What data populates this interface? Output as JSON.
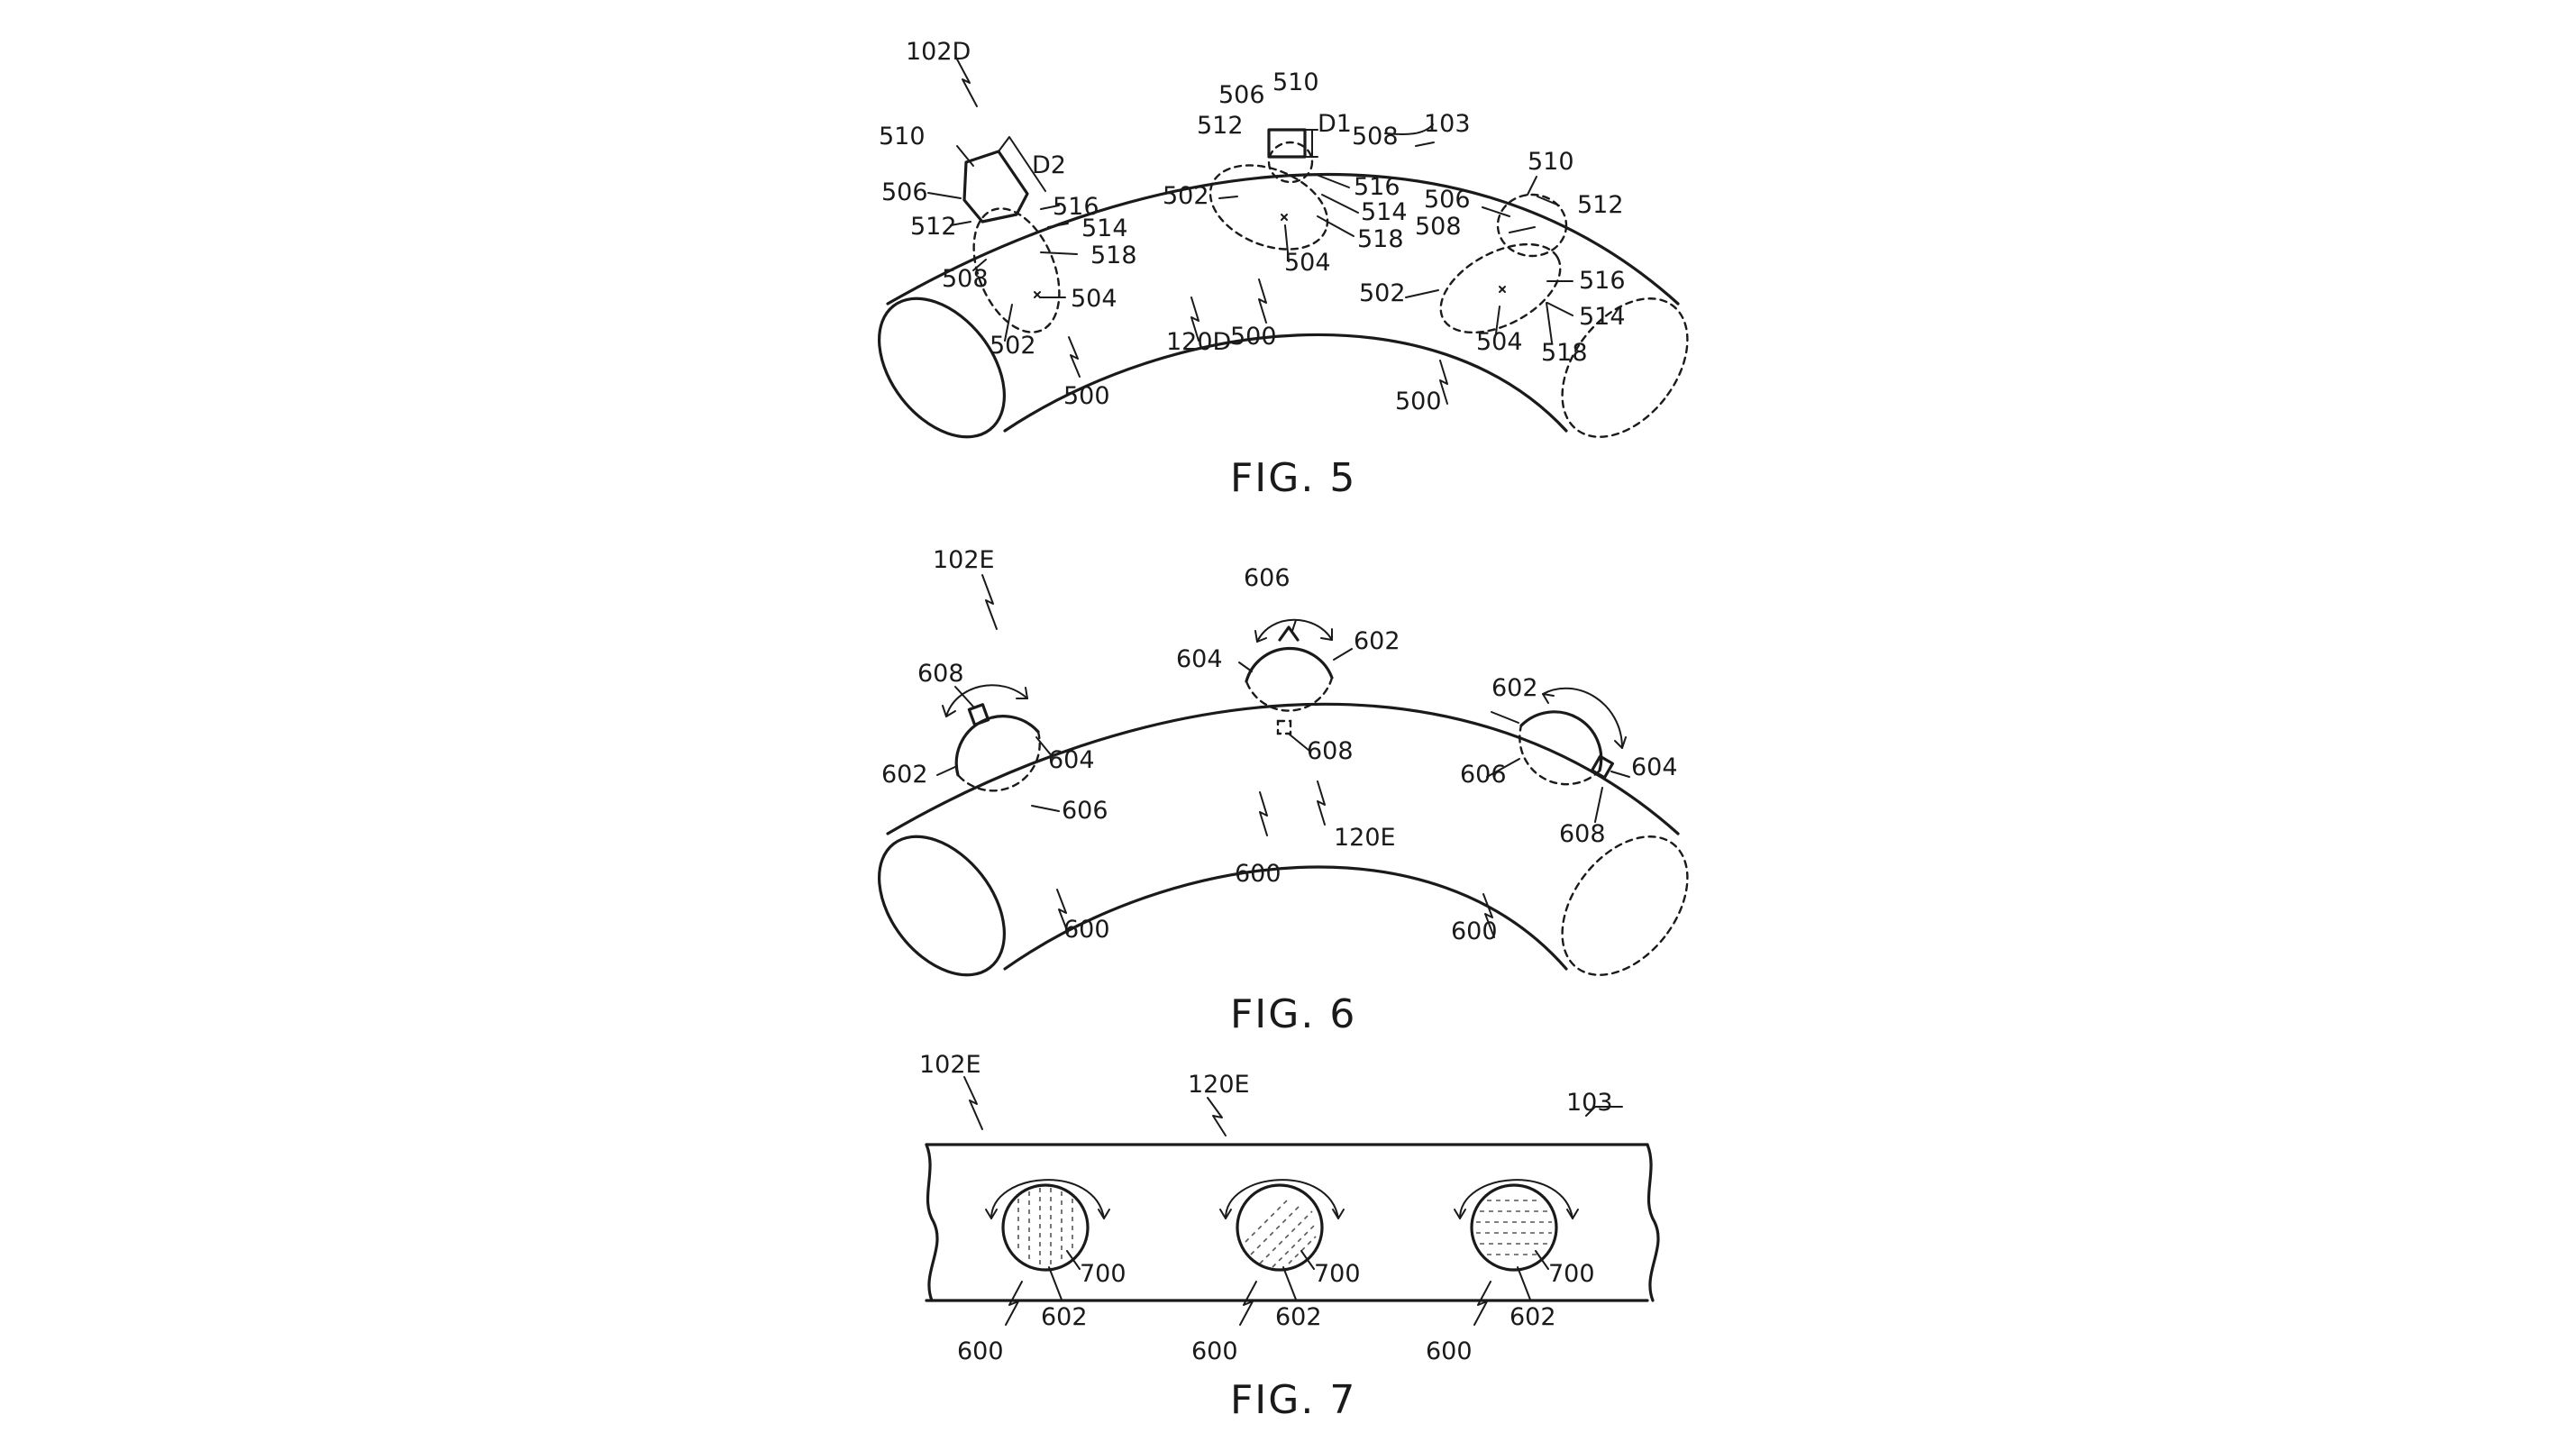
{
  "figures": [
    {
      "caption": "FIG. 5",
      "labels": {
        "ref_102D": "102D",
        "ref_103": "103",
        "ref_120D": "120D",
        "ref_500_left": "500",
        "ref_500_center": "500",
        "ref_500_right": "500",
        "left_510": "510",
        "left_506": "506",
        "left_512": "512",
        "left_508": "508",
        "left_516": "516",
        "left_514": "514",
        "left_518": "518",
        "left_504": "504",
        "left_502": "502",
        "left_D2": "D2",
        "mid_506": "506",
        "mid_510": "510",
        "mid_512": "512",
        "mid_D1": "D1",
        "mid_508": "508",
        "mid_516": "516",
        "mid_514": "514",
        "mid_518": "518",
        "mid_502": "502",
        "mid_504": "504",
        "right_510": "510",
        "right_512": "512",
        "right_506": "506",
        "right_508": "508",
        "right_516": "516",
        "right_514": "514",
        "right_518": "518",
        "right_502": "502",
        "right_504": "504"
      }
    },
    {
      "caption": "FIG. 6",
      "labels": {
        "ref_102E": "102E",
        "ref_120E": "120E",
        "ref_600_left": "600",
        "ref_600_center": "600",
        "ref_600_right": "600",
        "left_608": "608",
        "left_602": "602",
        "left_604": "604",
        "left_606": "606",
        "mid_606": "606",
        "mid_604": "604",
        "mid_602": "602",
        "mid_608": "608",
        "right_602": "602",
        "right_606": "606",
        "right_604": "604",
        "right_608": "608"
      }
    },
    {
      "caption": "FIG. 7",
      "labels": {
        "ref_102E": "102E",
        "ref_120E": "120E",
        "ref_103": "103",
        "u1_700": "700",
        "u1_602": "602",
        "u1_600": "600",
        "u2_700": "700",
        "u2_602": "602",
        "u2_600": "600",
        "u3_700": "700",
        "u3_602": "602",
        "u3_600": "600"
      }
    }
  ]
}
